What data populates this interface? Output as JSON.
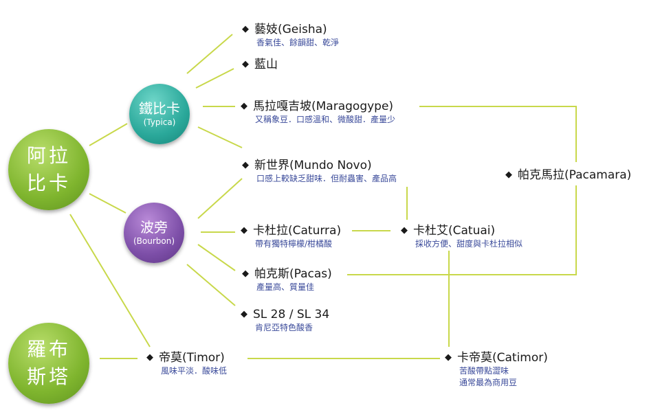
{
  "roots": {
    "arabica": {
      "label_line1": "阿拉",
      "label_line2": "比卡"
    },
    "robusta": {
      "label_line1": "羅布",
      "label_line2": "斯塔"
    }
  },
  "branches": {
    "typica": {
      "label": "鐵比卡",
      "sub": "(Typica)"
    },
    "bourbon": {
      "label": "波旁",
      "sub": "(Bourbon)"
    }
  },
  "varieties": {
    "geisha": {
      "name": "藝妓(Geisha)",
      "desc": [
        "香氣佳、餘韻甜、乾淨"
      ]
    },
    "bluemountain": {
      "name": "藍山",
      "desc": []
    },
    "maragogype": {
      "name": "馬拉嘎吉坡(Maragogype)",
      "desc": [
        "又稱象豆．口感溫和、微酸甜．產量少"
      ]
    },
    "mundonovo": {
      "name": "新世界(Mundo Novo)",
      "desc": [
        "口感上較缺乏甜味．但耐蟲害、產品高"
      ]
    },
    "caturra": {
      "name": "卡杜拉(Caturra)",
      "desc": [
        "帶有獨特檸檬/柑橘酸"
      ]
    },
    "catuai": {
      "name": "卡杜艾(Catuai)",
      "desc": [
        "採收方便、甜度與卡杜拉相似"
      ]
    },
    "pacas": {
      "name": "帕克斯(Pacas)",
      "desc": [
        "產量高、質量佳"
      ]
    },
    "sl": {
      "name": "SL 28 / SL 34",
      "desc": [
        "肯尼亞特色酸香"
      ]
    },
    "pacamara": {
      "name": "帕克馬拉(Pacamara)",
      "desc": []
    },
    "timor": {
      "name": "帝莫(Timor)",
      "desc": [
        "風味平淡．酸味低"
      ]
    },
    "catimor": {
      "name": "卡帝莫(Catimor)",
      "desc": [
        "苦酸帶點澀味",
        "通常最為商用豆"
      ]
    }
  },
  "colors": {
    "connector": "#c8d84a",
    "arabica": "#7fb52e",
    "robusta": "#7fb52e",
    "typica": "#2aa89a",
    "bourbon": "#7d4fa8",
    "variety_text": "#1a1a1a",
    "description_text": "#3a4a9a"
  }
}
